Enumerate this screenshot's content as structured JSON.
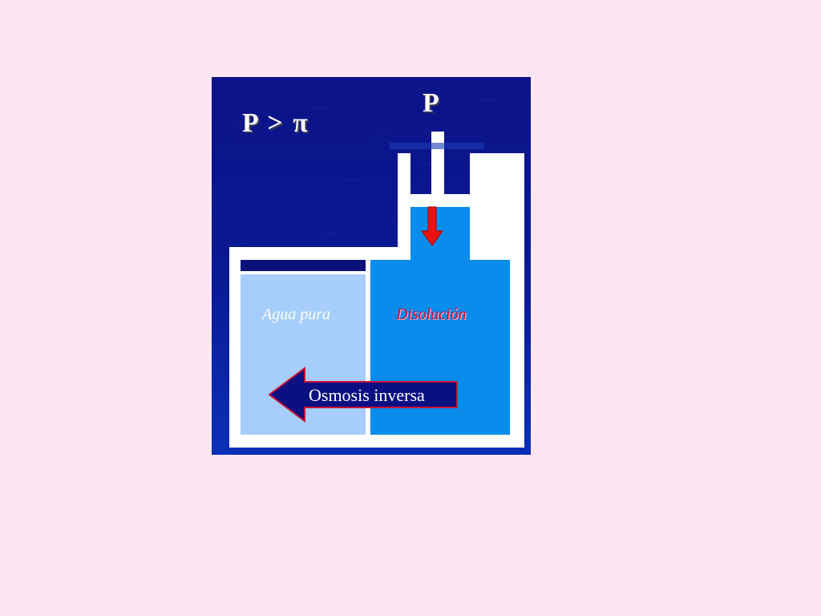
{
  "diagram": {
    "inequality": "P > π",
    "piston_label": "P",
    "left_compartment_label": "Agua pura",
    "right_compartment_label": "Disolución",
    "flow_label": "Osmosis inversa"
  },
  "colors": {
    "background": "#fde6f1",
    "panel": "#0b1487",
    "container_wall": "#ffffff",
    "pure_water": "#a6cdfb",
    "solution": "#0a8cec",
    "pressure_arrow": "#ee1111",
    "flow_arrow": "#0a0f82",
    "flow_arrow_outline": "#cc1133"
  }
}
